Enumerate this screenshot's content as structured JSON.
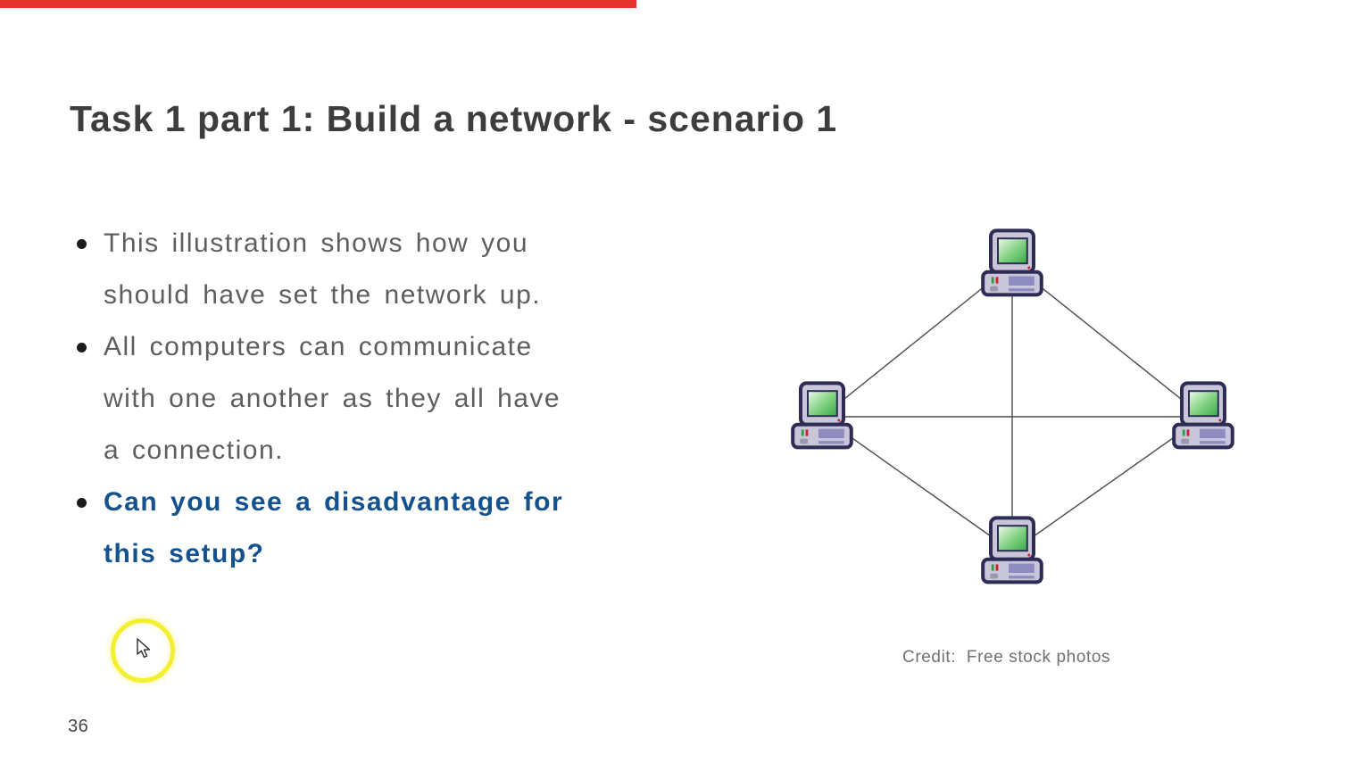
{
  "slide": {
    "title": "Task 1 part 1: Build a network - scenario 1",
    "page_number": "36",
    "bullets": [
      {
        "style": "normal",
        "lines": [
          "This illustration shows how you",
          "should have set the network up."
        ]
      },
      {
        "style": "normal",
        "lines": [
          "All computers can communicate",
          "with one another as they all have",
          "a connection."
        ]
      },
      {
        "style": "bold-blue",
        "lines": [
          "Can you see a disadvantage for",
          "this setup?"
        ]
      }
    ],
    "credit": "Credit:  Free stock photos"
  },
  "diagram": {
    "type": "mesh-network",
    "nodes": [
      {
        "id": "top",
        "icon": "computer-icon"
      },
      {
        "id": "left",
        "icon": "computer-icon"
      },
      {
        "id": "right",
        "icon": "computer-icon"
      },
      {
        "id": "bottom",
        "icon": "computer-icon"
      }
    ],
    "edges": [
      "top-left",
      "top-right",
      "top-bottom",
      "left-right",
      "left-bottom",
      "right-bottom"
    ]
  },
  "overlay": {
    "video_progress_percent": 46,
    "cursor": "arrow-pointer-with-yellow-highlight"
  },
  "colors": {
    "title": "#3d3d3d",
    "body_text": "#5e5e5e",
    "emphasis_blue": "#14528f",
    "credit_text": "#717171",
    "page_number": "#4b4444",
    "progress_red": "#e5322a",
    "highlight_yellow": "#f2ee24",
    "icon_outline": "#2e2b55",
    "icon_body": "#c9c6d9",
    "icon_slot": "#8d8bbf",
    "screen_green": "#3aa94a",
    "link_line": "#4c4c4c"
  }
}
